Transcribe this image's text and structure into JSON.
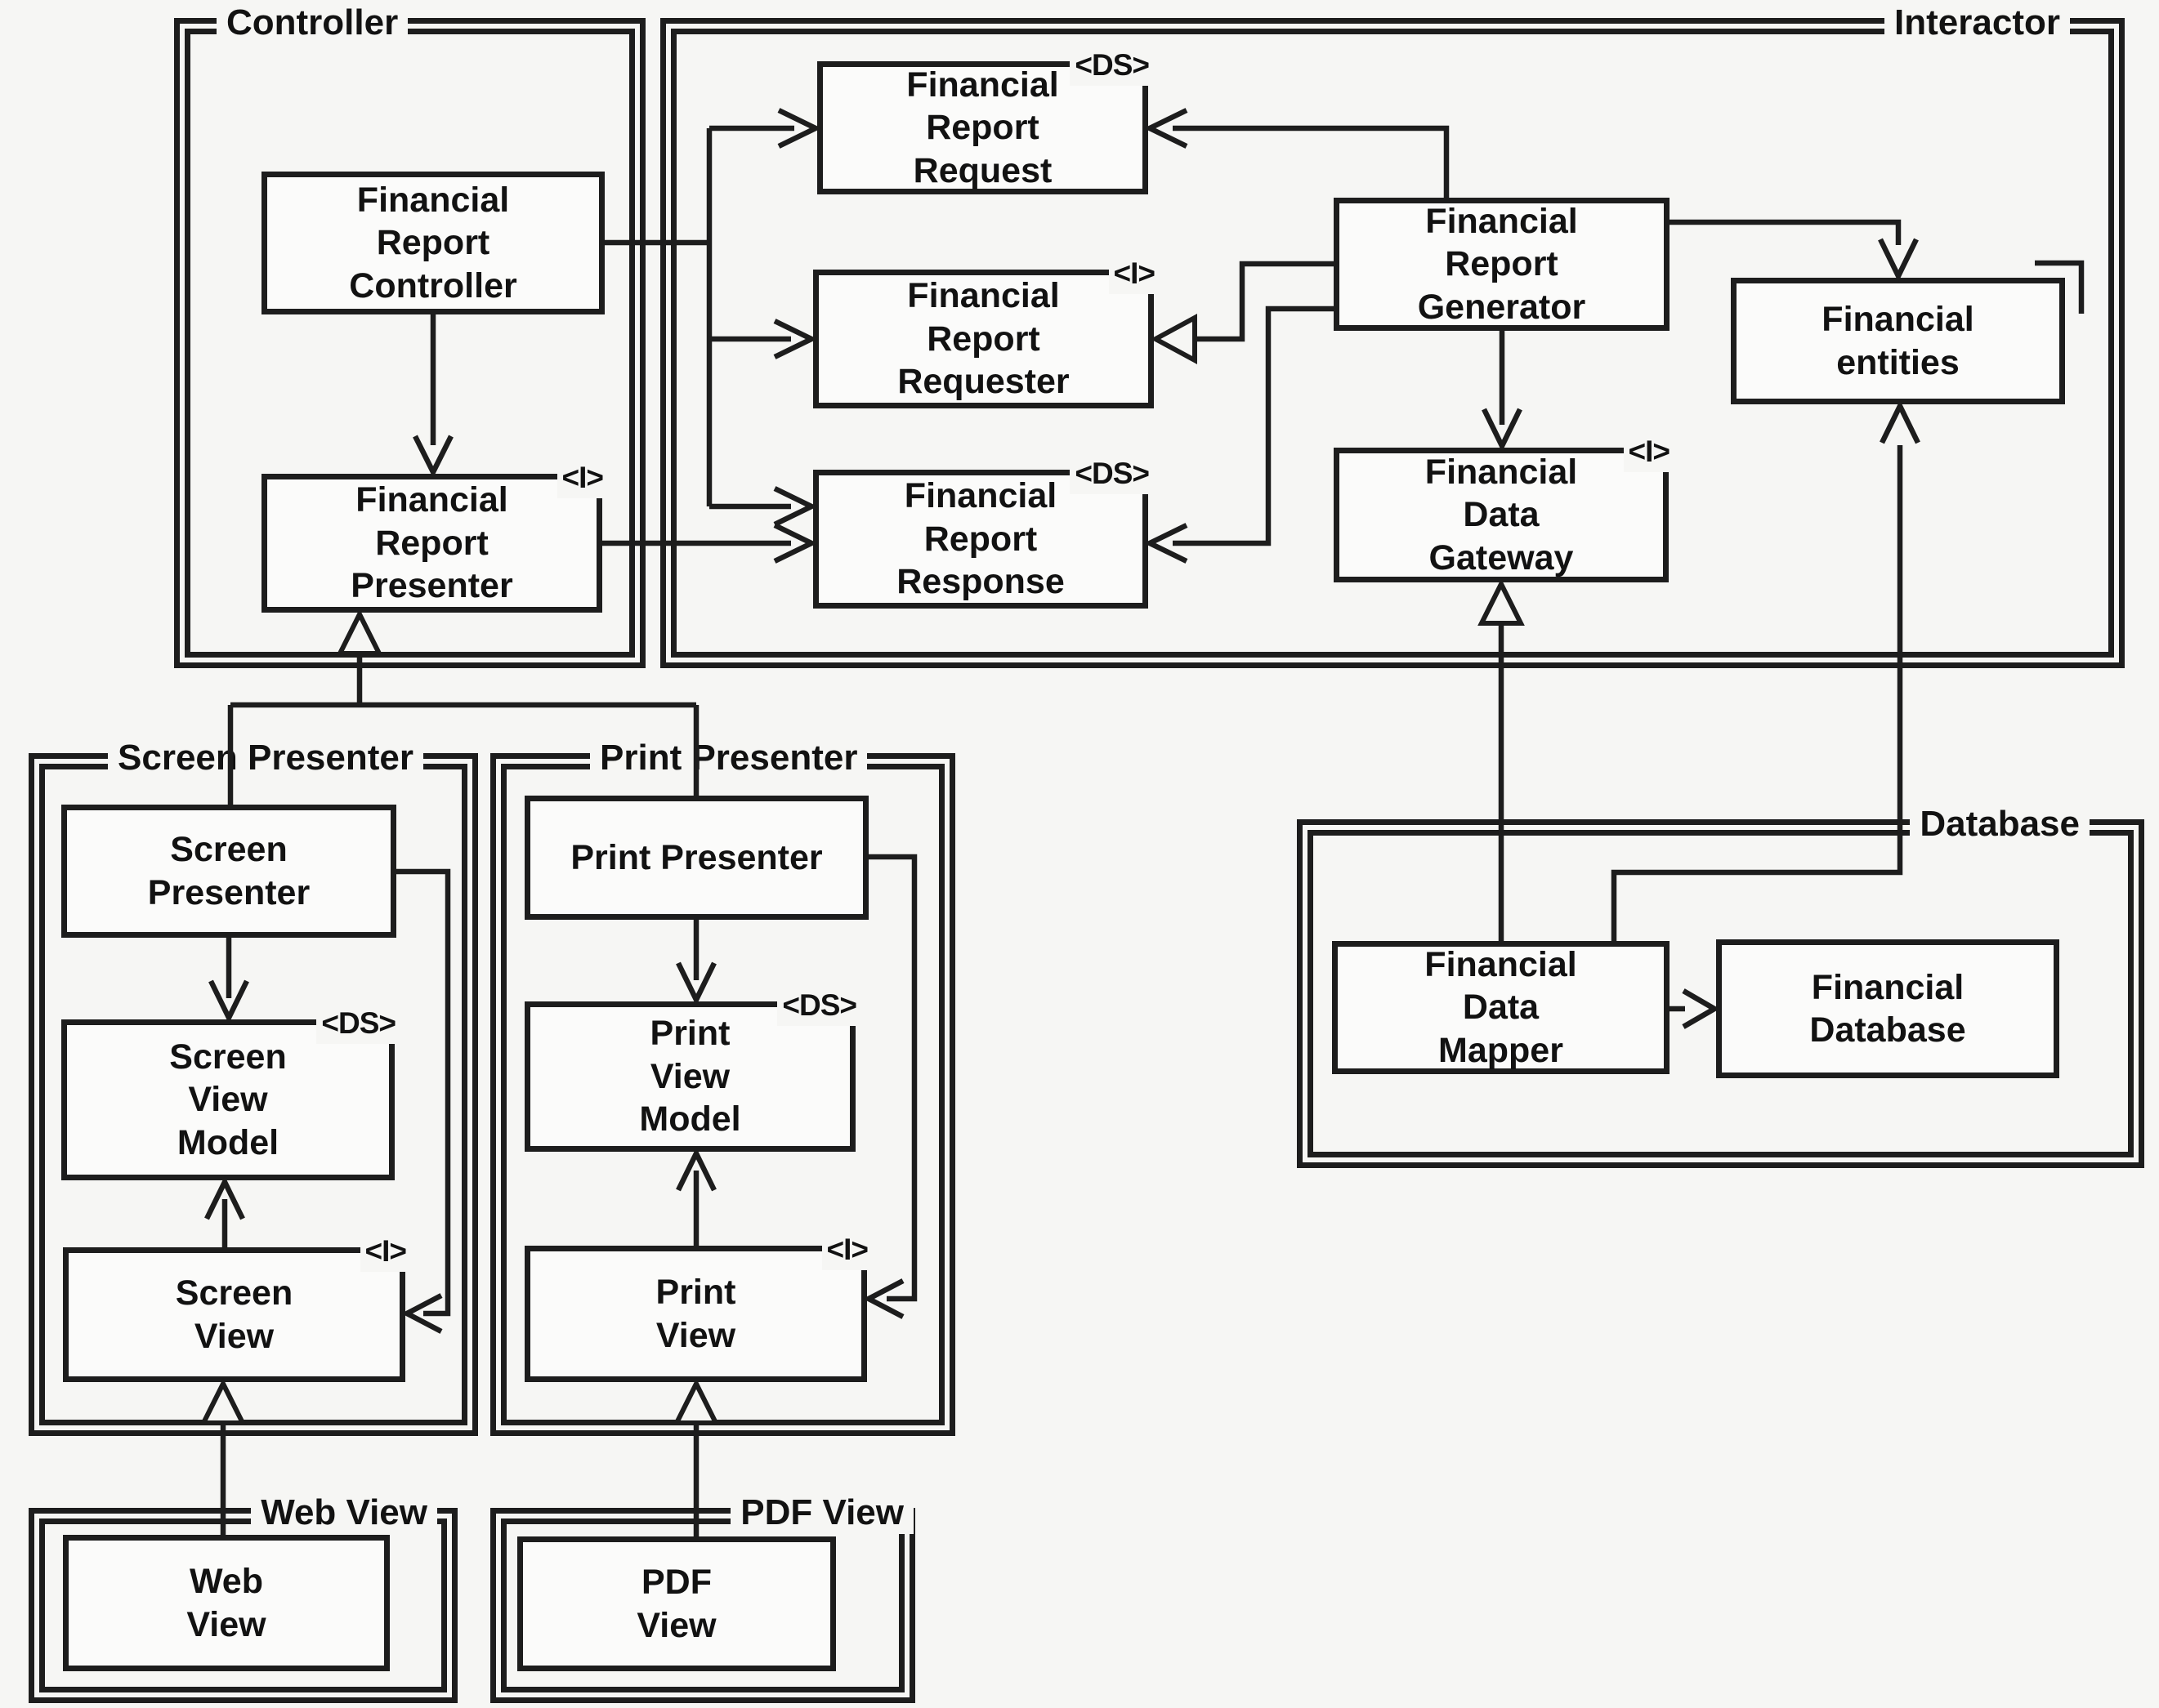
{
  "groups": {
    "controller": "Controller",
    "interactor": "Interactor",
    "screen_presenter": "Screen Presenter",
    "print_presenter": "Print Presenter",
    "web_view": "Web View",
    "pdf_view": "PDF View",
    "database": "Database"
  },
  "nodes": {
    "fr_controller": {
      "label": "Financial\nReport\nController"
    },
    "fr_presenter": {
      "label": "Financial\nReport\nPresenter",
      "stereotype": "<I>"
    },
    "request": {
      "label": "Financial\nReport\nRequest",
      "stereotype": "<DS>"
    },
    "requester": {
      "label": "Financial\nReport\nRequester",
      "stereotype": "<I>"
    },
    "response": {
      "label": "Financial\nReport\nResponse",
      "stereotype": "<DS>"
    },
    "generator": {
      "label": "Financial\nReport\nGenerator"
    },
    "gateway": {
      "label": "Financial\nData\nGateway",
      "stereotype": "<I>"
    },
    "entities": {
      "label": "Financial\nentities"
    },
    "screen_presenter": {
      "label": "Screen\nPresenter"
    },
    "screen_view_model": {
      "label": "Screen\nView\nModel",
      "stereotype": "<DS>"
    },
    "screen_view": {
      "label": "Screen\nView",
      "stereotype": "<I>"
    },
    "web_view": {
      "label": "Web\nView"
    },
    "print_presenter": {
      "label": "Print Presenter"
    },
    "print_view_model": {
      "label": "Print\nView\nModel",
      "stereotype": "<DS>"
    },
    "print_view": {
      "label": "Print\nView",
      "stereotype": "<I>"
    },
    "pdf_view": {
      "label": "PDF\nView"
    },
    "mapper": {
      "label": "Financial\nData\nMapper"
    },
    "fin_database": {
      "label": "Financial\nDatabase"
    }
  },
  "colors": {
    "line": "#1d1d1d",
    "background": "#f6f6f4"
  }
}
